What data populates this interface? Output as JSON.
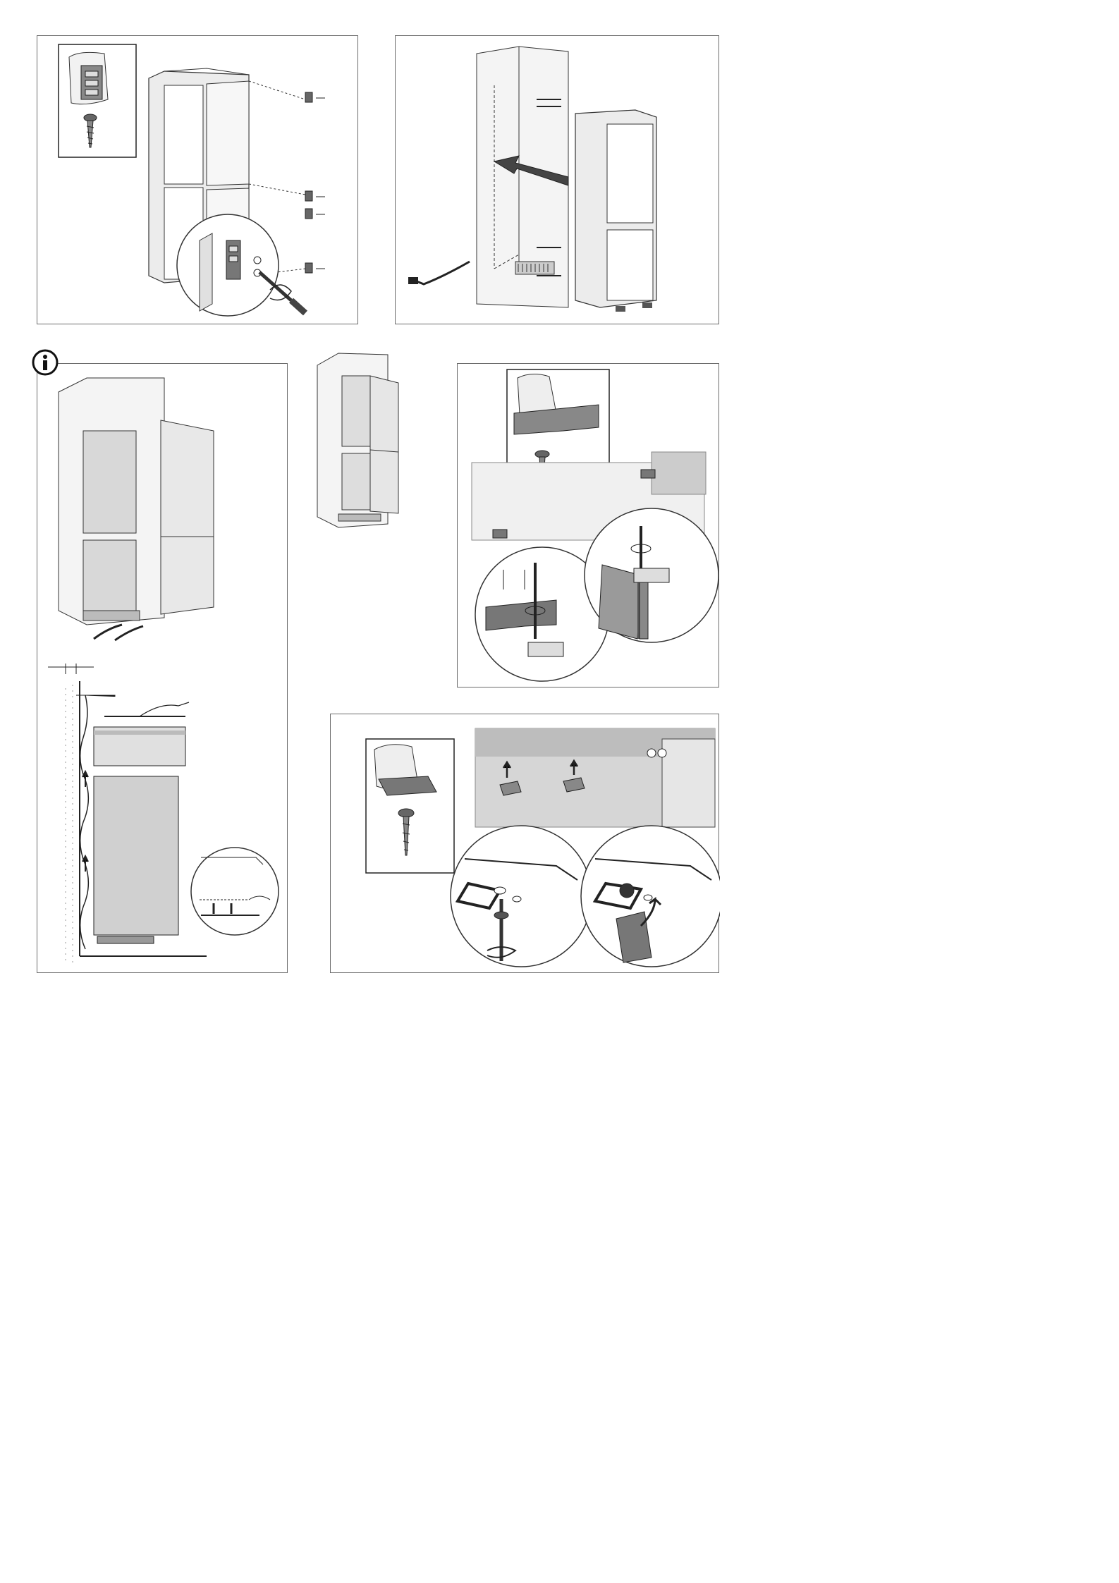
{
  "document": {
    "figures": [
      {
        "id": "fig-1",
        "subject": "door-hinge-bracket-mounting"
      },
      {
        "id": "fig-2",
        "subject": "sliding-appliance-into-cabinet"
      },
      {
        "id": "fig-3",
        "subject": "ventilation-airflow"
      },
      {
        "id": "fig-4",
        "subject": "appliance-in-cabinet-door-open"
      },
      {
        "id": "fig-5",
        "subject": "plinth-grille-screw-fixing"
      },
      {
        "id": "fig-6",
        "subject": "top-bracket-clip-fixing"
      }
    ],
    "icons": {
      "info": "info-circle-icon"
    },
    "colors": {
      "line": "#333333",
      "fill-light": "#e6e6e6",
      "fill-mid": "#bdbdbd",
      "fill-dark": "#707070",
      "frame": "#6b6b6b"
    }
  }
}
